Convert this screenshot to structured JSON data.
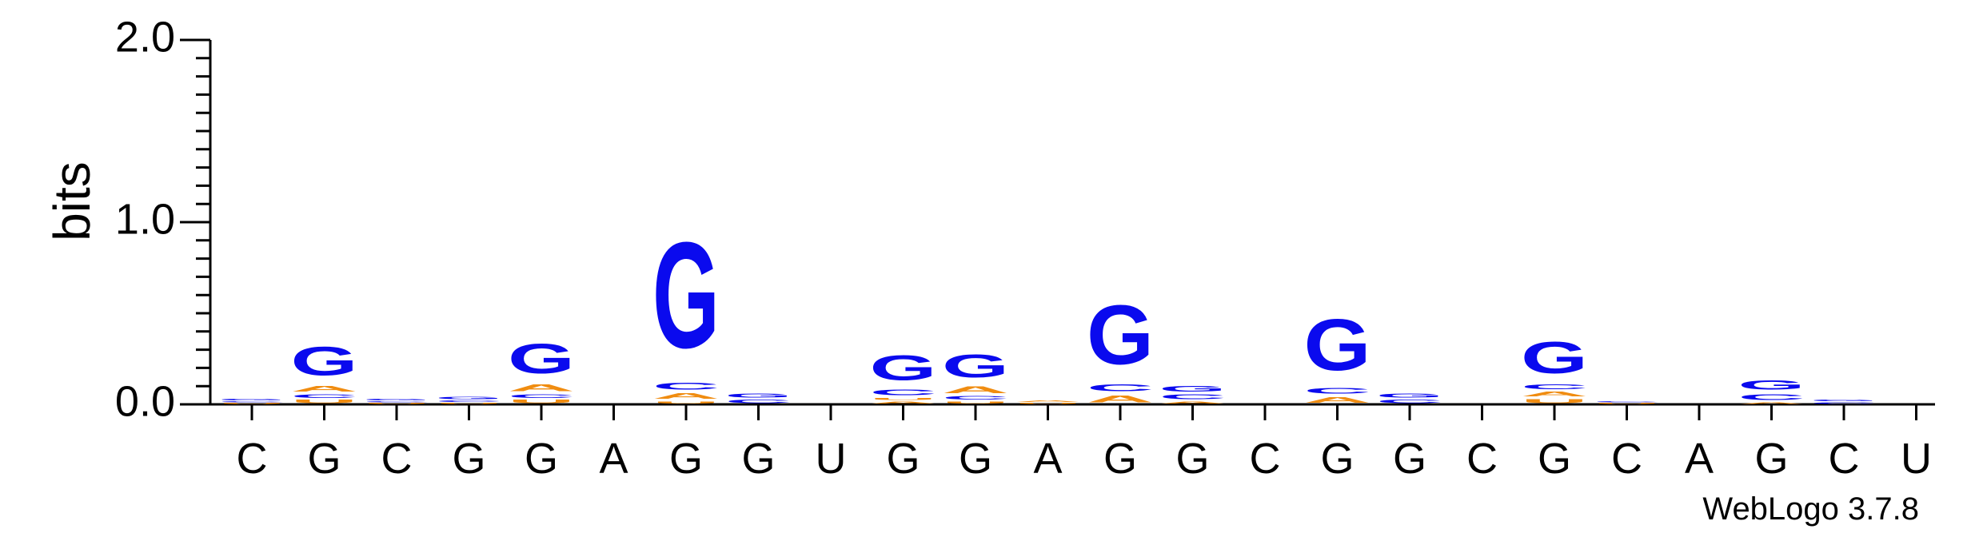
{
  "chart_data": {
    "type": "sequence-logo",
    "ylabel": "bits",
    "ylim": [
      0,
      2
    ],
    "y_ticks": [
      "0.0",
      "1.0",
      "2.0"
    ],
    "positions": [
      "C",
      "G",
      "C",
      "G",
      "G",
      "A",
      "G",
      "G",
      "U",
      "G",
      "G",
      "A",
      "G",
      "G",
      "C",
      "G",
      "G",
      "C",
      "G",
      "C",
      "A",
      "G",
      "C",
      "U"
    ],
    "colors": {
      "G": "#0a0aee",
      "C": "#0a0aee",
      "A": "#f08c10",
      "U": "#f08c10"
    },
    "stacks": [
      [
        [
          "U",
          0.01
        ],
        [
          "C",
          0.01
        ],
        [
          "G",
          0.015
        ]
      ],
      [
        [
          "U",
          0.03
        ],
        [
          "C",
          0.03
        ],
        [
          "A",
          0.05
        ],
        [
          "G",
          0.25
        ]
      ],
      [
        [
          "U",
          0.01
        ],
        [
          "C",
          0.01
        ],
        [
          "G",
          0.015
        ]
      ],
      [
        [
          "U",
          0.01
        ],
        [
          "C",
          0.015
        ],
        [
          "G",
          0.02
        ]
      ],
      [
        [
          "U",
          0.03
        ],
        [
          "C",
          0.03
        ],
        [
          "A",
          0.06
        ],
        [
          "G",
          0.26
        ]
      ],
      [],
      [
        [
          "U",
          0.02
        ],
        [
          "A",
          0.05
        ],
        [
          "C",
          0.06
        ],
        [
          "G",
          0.93
        ]
      ],
      [
        [
          "C",
          0.03
        ],
        [
          "G",
          0.035
        ]
      ],
      [],
      [
        [
          "A",
          0.02
        ],
        [
          "U",
          0.02
        ],
        [
          "C",
          0.05
        ],
        [
          "G",
          0.22
        ]
      ],
      [
        [
          "U",
          0.02
        ],
        [
          "C",
          0.03
        ],
        [
          "A",
          0.06
        ],
        [
          "G",
          0.2
        ]
      ],
      [
        [
          "U",
          0.01
        ],
        [
          "A",
          0.015
        ]
      ],
      [
        [
          "A",
          0.06
        ],
        [
          "C",
          0.06
        ],
        [
          "G",
          0.52
        ]
      ],
      [
        [
          "A",
          0.02
        ],
        [
          "C",
          0.04
        ],
        [
          "G",
          0.05
        ]
      ],
      [],
      [
        [
          "A",
          0.05
        ],
        [
          "C",
          0.05
        ],
        [
          "G",
          0.45
        ]
      ],
      [
        [
          "C",
          0.03
        ],
        [
          "G",
          0.035
        ]
      ],
      [],
      [
        [
          "U",
          0.035
        ],
        [
          "A",
          0.04
        ],
        [
          "C",
          0.04
        ],
        [
          "G",
          0.28
        ]
      ],
      [
        [
          "U",
          0.01
        ],
        [
          "C",
          0.01
        ]
      ],
      [],
      [
        [
          "A",
          0.015
        ],
        [
          "C",
          0.05
        ],
        [
          "G",
          0.08
        ]
      ],
      [
        [
          "C",
          0.015
        ],
        [
          "G",
          0.015
        ]
      ],
      []
    ],
    "credit": "WebLogo 3.7.8"
  }
}
